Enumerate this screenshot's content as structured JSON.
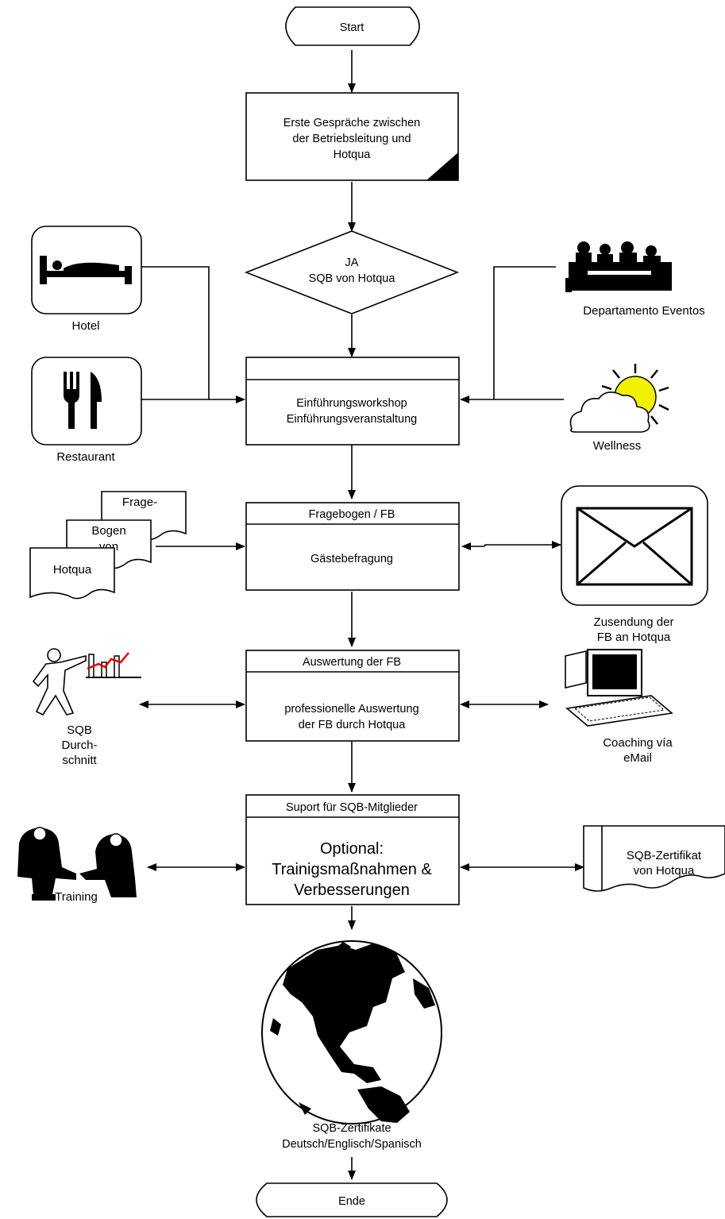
{
  "nodes": {
    "start": "Start",
    "erste": [
      "Erste Gespräche zwischen",
      "der Betriebsleitung und",
      "Hotqua"
    ],
    "decision": [
      "JA",
      "SQB von Hotqua"
    ],
    "einf": [
      "Einführungsworkshop",
      "Einführungsveranstaltung"
    ],
    "frage_header": "Fragebogen / FB",
    "frage_body": "Gästebefragung",
    "ausw_header": "Auswertung der FB",
    "ausw_body": [
      "professionelle Auswertung",
      "der FB durch Hotqua"
    ],
    "suport_header": "Suport für SQB-Mitglieder",
    "suport_body": [
      "Optional:",
      "Trainigsmaßnahmen &",
      "Verbesserungen"
    ],
    "globe_label": [
      "SQB-Zertifikate",
      "Deutsch/Englisch/Spanisch"
    ],
    "ende": "Ende"
  },
  "side": {
    "hotel": "Hotel",
    "restaurant": "Restaurant",
    "eventos": "Departamento Eventos",
    "wellness": "Wellness",
    "docs": [
      "Frage-",
      "Bogen",
      "von",
      "Hotqua"
    ],
    "zusendung": [
      "Zusendung der",
      "FB an Hotqua"
    ],
    "sqb": [
      "SQB",
      "Durch-",
      "schnitt"
    ],
    "coaching": [
      "Coaching vía",
      "eMail"
    ],
    "training": "Training",
    "zertifikat": [
      "SQB-Zertifikat",
      "von Hotqua"
    ]
  },
  "icons": {
    "hotel": "bed-icon",
    "restaurant": "fork-knife-icon",
    "eventos": "meeting-people-icon",
    "wellness": "sun-cloud-icon",
    "docs": "documents-icon",
    "zusendung": "envelope-icon",
    "sqb": "presenter-chart-icon",
    "coaching": "computer-icon",
    "training": "handshake-icon",
    "zertifikat": "certificate-icon",
    "globe": "globe-icon"
  }
}
